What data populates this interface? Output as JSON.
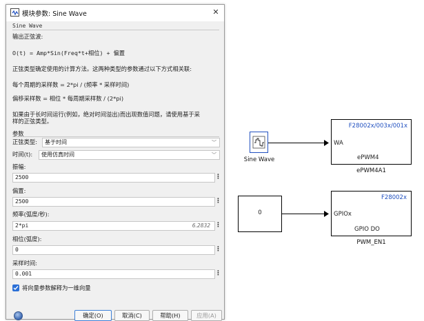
{
  "dialog": {
    "title": "模块参数: Sine Wave",
    "close_glyph": "✕",
    "group_name": "Sine Wave",
    "desc": [
      "输出正弦波:",
      "O(t) = Amp*Sin(Freq*t+相位) + 偏置",
      "正弦类型确定使用的计算方法。这两种类型的参数通过以下方式相关联:",
      "每个周期的采样数 = 2*pi / (频率 * 采样时间)",
      "偏移采样数 = 相位 * 每周期采样数 / (2*pi)",
      "如果由于长时间运行(例如，绝对时间溢出)而出现数值问题，请使用基于采",
      "样的正弦类型。"
    ],
    "params_heading": "参数",
    "sine_type": {
      "label": "正弦类型:",
      "value": "基于时间"
    },
    "time": {
      "label": "时间(t):",
      "value": "使用仿真时间"
    },
    "amplitude": {
      "label": "振幅:",
      "value": "2500"
    },
    "bias": {
      "label": "偏置:",
      "value": "2500"
    },
    "frequency": {
      "label": "频率(弧度/秒):",
      "value": "2*pi",
      "evaluated": "6.2832"
    },
    "phase": {
      "label": "相位(弧度):",
      "value": "0"
    },
    "sample_time": {
      "label": "采样时间:",
      "value": "0.001"
    },
    "vector_checkbox": {
      "label": "将向量参数解释为一维向量",
      "checked": true
    },
    "buttons": {
      "ok": "确定(O)",
      "cancel": "取消(C)",
      "help": "帮助(H)",
      "apply": "应用(A)"
    },
    "more_glyph": "⋮",
    "combo_arrow": "﹀"
  },
  "canvas": {
    "sine_block_caption": "Sine Wave",
    "epwm_block": {
      "header": "F28002x/003x/001x",
      "port": "WA",
      "name": "ePWM4",
      "caption": "ePWM4A1"
    },
    "const_block": {
      "value": "0"
    },
    "gpio_block": {
      "header": "F28002x",
      "port": "GPIOx",
      "name": "GPIO DO",
      "caption": "PWM_EN1"
    }
  },
  "colors": {
    "link_blue": "#1f4fbf",
    "accent": "#2a6fd6"
  }
}
